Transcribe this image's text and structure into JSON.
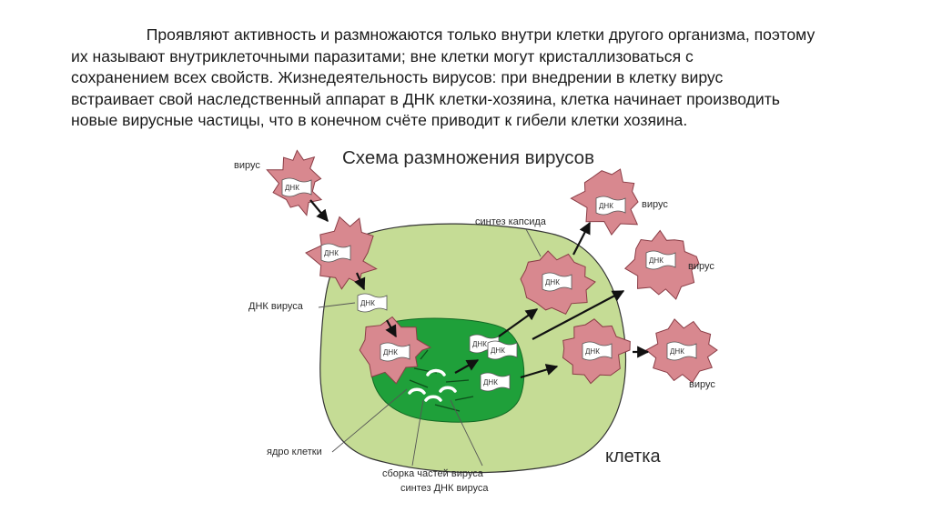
{
  "paragraph": {
    "lines": [
      "Проявляют активность и размножаются только внутри клетки другого организма, поэтому",
      "их называют внутриклеточными паразитами; вне клетки могут кристаллизоваться с",
      "сохранением всех свойств. Жизнедеятельность вирусов: при внедрении в клетку вирус",
      "встраивает свой наследственный аппарат в ДНК клетки-хозяина, клетка начинает производить",
      "новые вирусные частицы, что в конечном счёте приводит к гибели клетки хозяина."
    ]
  },
  "diagram": {
    "title": "Схема размножения вирусов",
    "labels": {
      "virus": "вирус",
      "virus_dna": "ДНК вируса",
      "capsid_synthesis": "синтез капсида",
      "nucleus": "ядро клетки",
      "assembly": "сборка частей вируса",
      "dna_synthesis": "синтез ДНК вируса",
      "cell": "клетка"
    },
    "dna_tag": "ДНК",
    "colors": {
      "cell": "#c5dc95",
      "nucleus": "#1fa03a",
      "virus": "#d8888f",
      "arrow": "#111111"
    }
  }
}
